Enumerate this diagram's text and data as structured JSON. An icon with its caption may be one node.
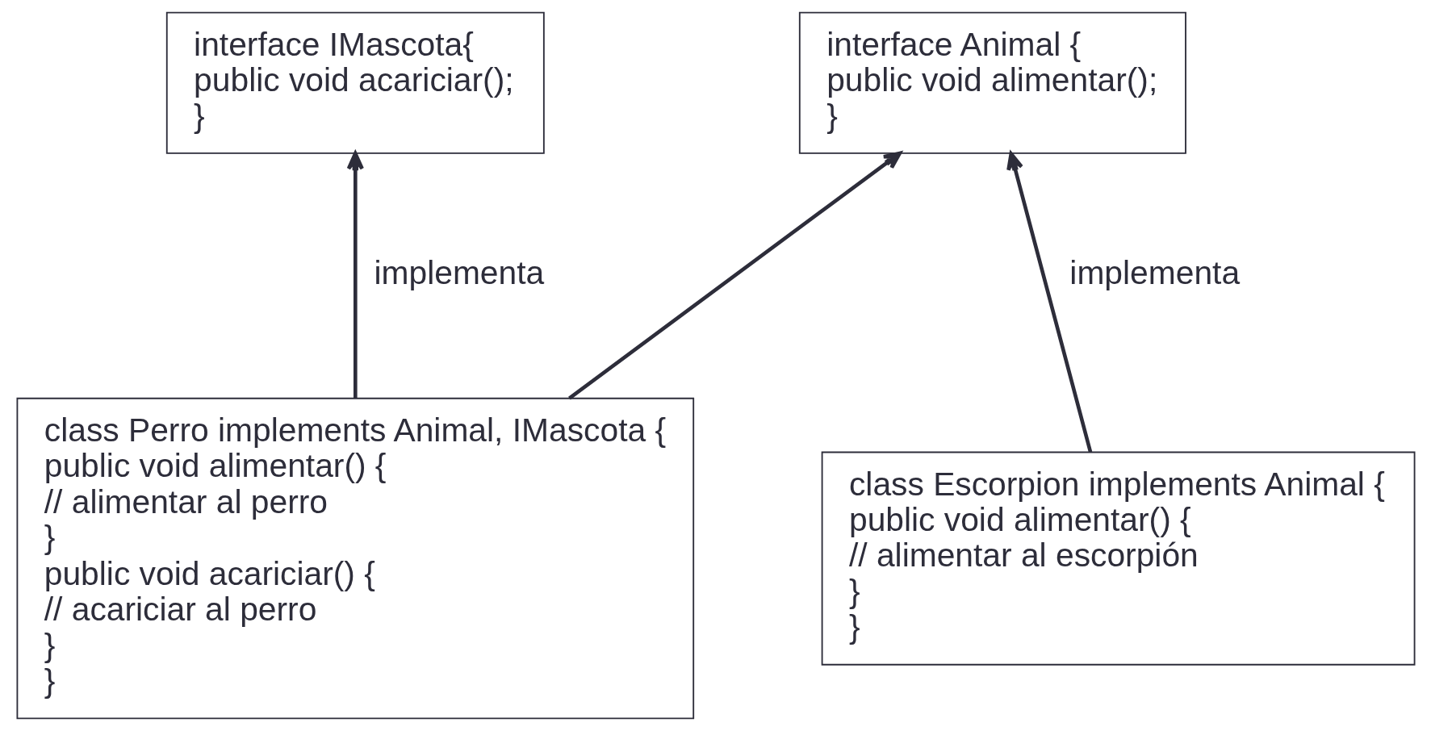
{
  "diagram": {
    "nodes": [
      {
        "text": [
          "interface IMascota{",
          "public void acariciar();",
          "}"
        ]
      },
      {
        "text": [
          "interface Animal {",
          "public void alimentar();",
          "}"
        ]
      },
      {
        "text": [
          "class Perro implements Animal, IMascota {",
          "public void alimentar() {",
          "// alimentar al perro",
          "}",
          "public void acariciar() {",
          "// acariciar al perro",
          "}",
          "}"
        ]
      },
      {
        "text": [
          "class Escorpion implements Animal {",
          "public void alimentar() {",
          "// alimentar al escorpión",
          "}",
          "}"
        ]
      }
    ],
    "edges": [
      {
        "from": 2,
        "to": 0,
        "arrow": "to",
        "label": "implementa"
      },
      {
        "from": 2,
        "to": 1,
        "arrow": "to"
      },
      {
        "from": 3,
        "to": 1,
        "arrow": "to",
        "label": "implementa"
      }
    ]
  }
}
